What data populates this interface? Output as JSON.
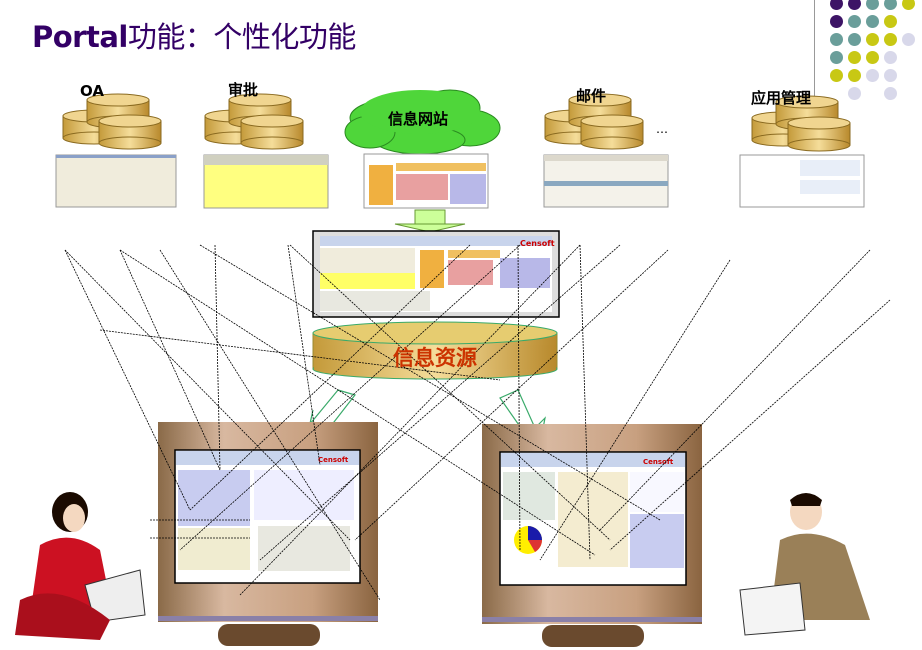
{
  "title": {
    "latin": "Portal",
    "chinese": "功能：个性化功能"
  },
  "sources": [
    {
      "label": "OA"
    },
    {
      "label": "审批"
    },
    {
      "label": "信息网站"
    },
    {
      "label": "邮件"
    },
    {
      "label": "应用管理"
    }
  ],
  "ellipsis": "…",
  "hub": {
    "label": "信息资源"
  },
  "colors": {
    "title": "#330066",
    "dot_purple": "#3d1466",
    "dot_teal": "#6a9e9a",
    "dot_yellow": "#c8c814",
    "dot_lavender": "#d8d8ea",
    "database_gold": "#d4a84a",
    "cloud_green": "#44cc33",
    "hub_text": "#cc3300",
    "monitor_brown": "#a07850"
  }
}
